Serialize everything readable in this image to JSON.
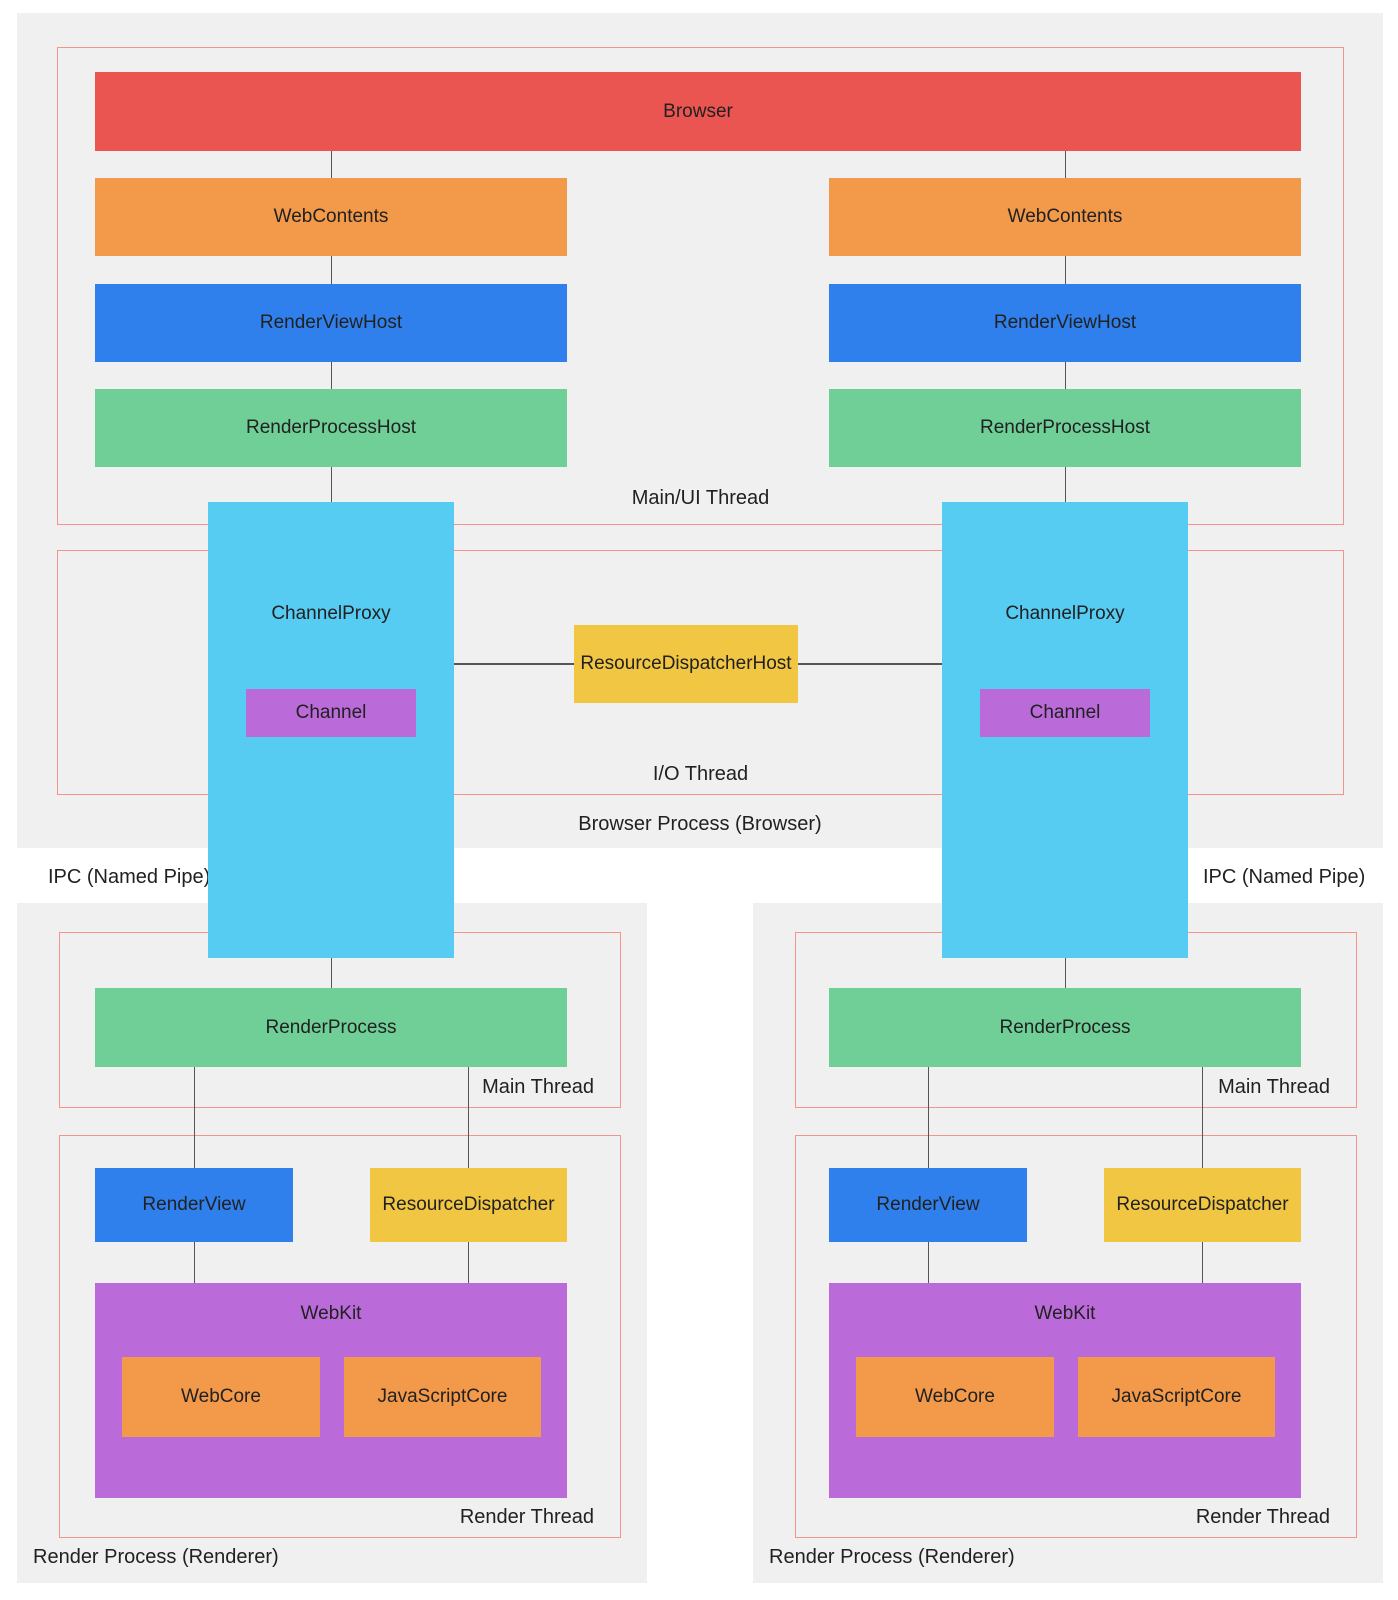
{
  "colors": {
    "page_bg": "#ffffff",
    "process_bg": "#f0f0f0",
    "thread_border": "#f2948b",
    "connector": "#555555",
    "red": "#ea5551",
    "orange": "#f2994a",
    "blue": "#2f80ed",
    "green": "#6fcf97",
    "cyan": "#56ccf2",
    "purple": "#bb6bd9",
    "yellow": "#f1c643",
    "text": "#212121"
  },
  "browser_process": {
    "label": "Browser Process (Browser)",
    "main_ui_thread": {
      "label": "Main/UI Thread",
      "browser": "Browser",
      "web_contents": "WebContents",
      "render_view_host": "RenderViewHost",
      "render_process_host": "RenderProcessHost"
    },
    "io_thread": {
      "label": "I/O Thread",
      "channel_proxy": "ChannelProxy",
      "channel": "Channel",
      "resource_dispatcher_host": "ResourceDispatcherHost"
    }
  },
  "ipc": {
    "label": "IPC (Named Pipe)"
  },
  "render_process": {
    "label": "Render Process (Renderer)",
    "main_thread": {
      "label": "Main Thread",
      "render_process": "RenderProcess"
    },
    "render_thread": {
      "label": "Render Thread",
      "render_view": "RenderView",
      "resource_dispatcher": "ResourceDispatcher",
      "webkit": "WebKit",
      "webcore": "WebCore",
      "javascript_core": "JavaScriptCore"
    }
  }
}
